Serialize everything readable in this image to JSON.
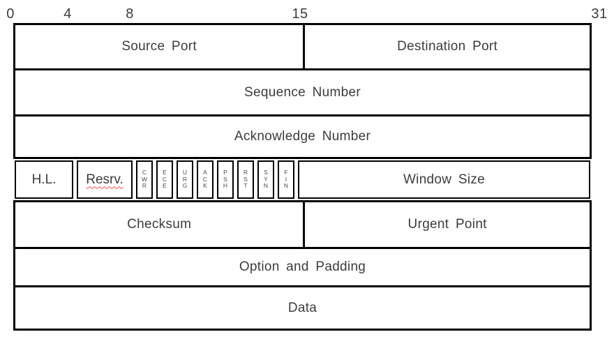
{
  "title": "TCP header format diagram",
  "ruler": {
    "ticks": [
      "0",
      "4",
      "8",
      "15",
      "31"
    ]
  },
  "fields": {
    "source_port": "Source Port",
    "destination_port": "Destination Port",
    "sequence_number": "Sequence Number",
    "acknowledge_number": "Acknowledge Number",
    "header_length": "H.L.",
    "reserved": "Resrv.",
    "flags": [
      "CWR",
      "ECE",
      "URG",
      "ACK",
      "PSH",
      "RST",
      "SYN",
      "FIN"
    ],
    "window_size": "Window Size",
    "checksum": "Checksum",
    "urgent_point": "Urgent Point",
    "option_padding": "Option and Padding",
    "data": "Data"
  },
  "colors": {
    "border": "#000000",
    "text": "#3c3c3c",
    "flag_text": "#4a4a4a",
    "reserved_underline": "#ff4f4f",
    "background": "#ffffff"
  }
}
